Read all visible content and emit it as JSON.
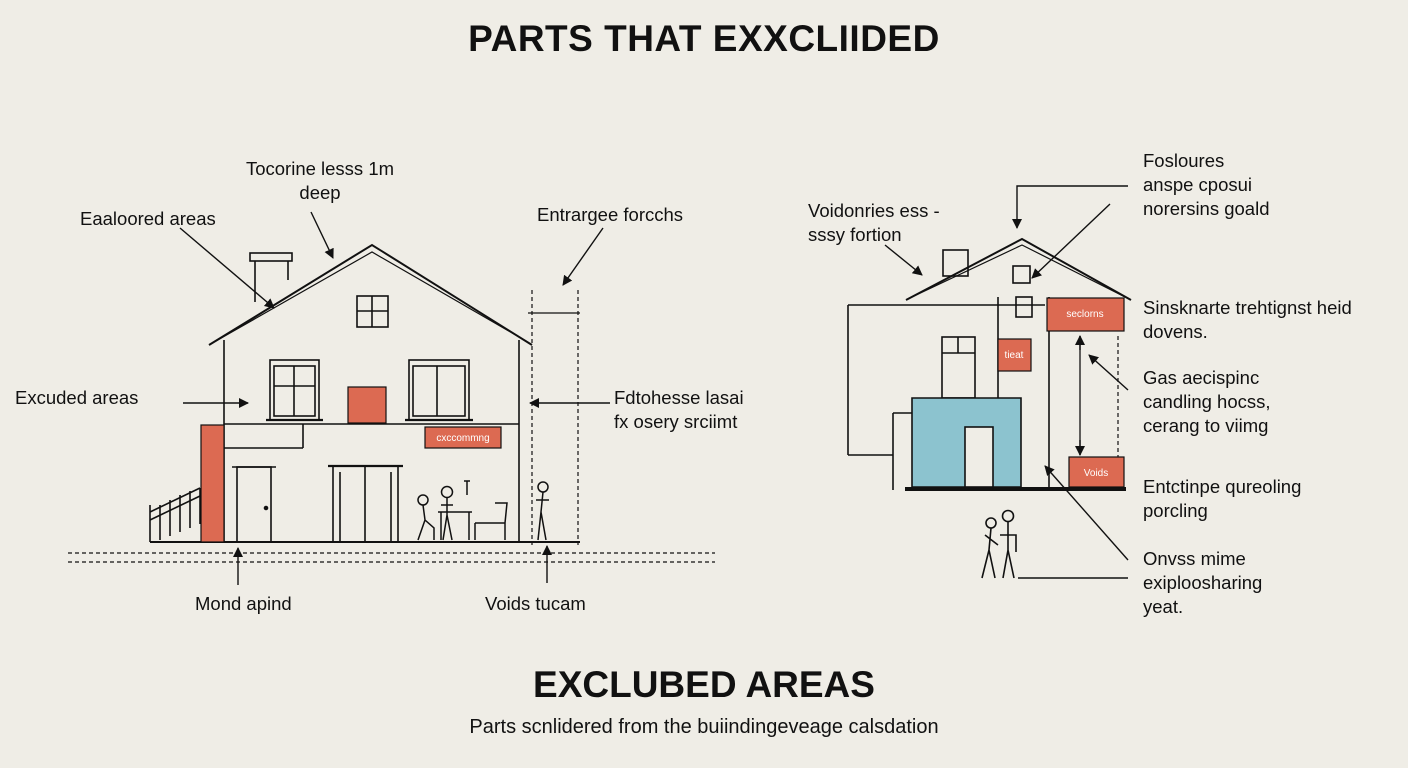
{
  "title": "PARTS THAT EXXCLIIDED",
  "left": {
    "labels": {
      "roof_top": [
        "Tocorine lesss  1m",
        "deep"
      ],
      "ealoored": "Eaaloored areas",
      "entrance": "Entrargee forcchs",
      "excluded": "Excuded areas",
      "fotohesse": [
        "Fdtohesse lasai",
        "fx osery srciimt"
      ],
      "mond": "Mond apind",
      "voids": "Voids tucam"
    },
    "tag": "cxccommng"
  },
  "right": {
    "labels": {
      "voidonries": [
        "Voidonries ess -",
        "sssy fortion"
      ],
      "fosloures": [
        "Fosloures",
        "anspe cposui",
        "norersins goald"
      ],
      "sinsknarte": [
        "Sinsknarte trehtignst heid",
        "dovens."
      ],
      "gas": [
        "Gas aecispinc",
        "candling hocss,",
        "cerang to viimg"
      ],
      "entctinpe": [
        "Entctinpe qureoling",
        "porcling"
      ],
      "onvess": [
        "Onvss mime",
        "exiploosharing",
        "yeat."
      ]
    },
    "tags": {
      "top": "seclorns",
      "mid": "tieat",
      "low": "Voids"
    }
  },
  "footer": {
    "heading": "EXCLUBED AREAS",
    "caption": "Parts scnlidered from the buiindingeveage calsdation"
  },
  "colors": {
    "accent_red": "#dc6a52",
    "teal": "#8cc3cf",
    "ink": "#111111",
    "background": "#efede6"
  }
}
